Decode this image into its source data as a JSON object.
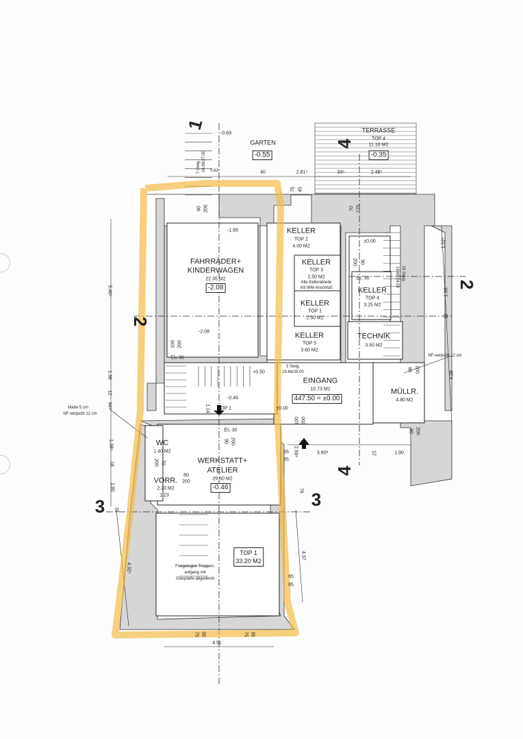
{
  "section_markers": {
    "s1": "1",
    "s2_left": "2",
    "s2_right": "2",
    "s3_left": "3",
    "s3_right": "3",
    "s4_top": "4",
    "s4_bottom": "4"
  },
  "garten": {
    "label": "GARTEN",
    "level": "-0.55",
    "stair_level": "-0.69",
    "stair_note": "7 Steig.",
    "stair_ratio": "16.00/27.00",
    "stair_dim": "0.63"
  },
  "terrasse": {
    "label": "TERRASSE",
    "unit": "TOP 4",
    "area": "11.10 M2",
    "level": "-0.35"
  },
  "dims_top": {
    "d40": "40",
    "d281": "2.81⁵",
    "d34": "34⁵",
    "d248": "2.48⁵",
    "w75": "75",
    "w45": "45",
    "d80": "80",
    "d205": "205",
    "d70": "70",
    "d175": "175"
  },
  "rooms": {
    "fahrraeder": {
      "line1": "FAHRRÄDER+",
      "line2": "KINDERWAGEN",
      "area": "22.35 M2",
      "level": "-2.08",
      "spot_level": "-1.95",
      "door_level": "-2.08",
      "door_w": "100",
      "door_h": "200",
      "fire": "EI₂ 30"
    },
    "keller2": {
      "label": "KELLER",
      "unit": "TOP 2",
      "area": "4.00 M2"
    },
    "keller3": {
      "label": "KELLER",
      "unit": "TOP 3",
      "area": "2.50 M2",
      "note1": "Alle Kellerabteile",
      "note2": "mit WM-Anschluß"
    },
    "keller1": {
      "label": "KELLER",
      "unit": "TOP 1",
      "area": "2.50 M2"
    },
    "keller5": {
      "label": "KELLER",
      "unit": "TOP 5",
      "area": "3.60 M2"
    },
    "keller4": {
      "label": "KELLER",
      "unit": "TOP 4",
      "area": "3.25 M2",
      "level": "±0.00",
      "door_h": "200",
      "door_w": "90",
      "fire": "EI₂ 30",
      "stair_note": "16 Steig.",
      "stair_ratio": "19.69/24.00"
    },
    "technik": {
      "label": "TECHNIK",
      "area": "3.50 M2"
    },
    "eingang": {
      "label": "EINGANG",
      "area": "10.73 M2",
      "datum": "447.50 = ±0.00",
      "level": "±0.00",
      "door_w": "100",
      "door_h": "200"
    },
    "muellr": {
      "label": "MÜLLR.",
      "area": "4.80 M2",
      "door1_w": "90",
      "door1_h": "200",
      "door2_w": "90",
      "door2_h": "200"
    },
    "stair_mid": {
      "level1": "+0.50",
      "note": "3 Steig.",
      "ratio": "16.66/28.00",
      "level2": "-0.46",
      "top": "TOP 1",
      "dim": "1.14",
      "fire": "EI₂ 30",
      "door_w": "90",
      "door_h": "200"
    },
    "wc": {
      "label": "WC",
      "area": "1.40 M2",
      "door_w": "70",
      "door_h": "200"
    },
    "vorr": {
      "label": "VORR.",
      "area": "2.20 M2",
      "dim": "1.23",
      "door_w": "80",
      "door_h": "200"
    },
    "werkstatt": {
      "line1": "WERKSTATT+",
      "line2": "ATELIER",
      "area": "29.60 M2",
      "level": "-0.46"
    },
    "top1": {
      "unit": "TOP 1",
      "area": "33.20 M2",
      "note1": "Freigelegter Treppen-",
      "note2": "aufgang mit",
      "note3": "Glasplatte abgedeckt"
    }
  },
  "dims_left": {
    "d540": "5.40⁵",
    "d138a": "1.38",
    "d94": "94⁵",
    "d138b": "1.38⁵",
    "d180": "1.80",
    "d432": "4.32⁵",
    "d12": "12",
    "d18": "18",
    "d15": "15"
  },
  "dims_right": {
    "d152": "1.52⁵",
    "d188": "1.88",
    "d429": "4.29",
    "d12": "12"
  },
  "dims_mid": {
    "w65": "65",
    "w85": "85",
    "d259": "2.59⁵",
    "d390": "3.90⁸",
    "d12": "12",
    "d190": "1.90",
    "d78": "78",
    "d437": "4.37",
    "w65b": "65",
    "w85b": "85"
  },
  "dims_bottom": {
    "w75a": "75",
    "w95a": "95",
    "w75b": "75",
    "w95b": "95",
    "d451": "4.51"
  },
  "notes": {
    "matte": "Matte 5 cm",
    "nf_left": "NF-verputzt 12 cm",
    "nf_right": "NF-verputzt 12 cm"
  },
  "colors": {
    "highlight": "#f3b93a",
    "wall": "#d6d6d6",
    "line": "#222222"
  }
}
